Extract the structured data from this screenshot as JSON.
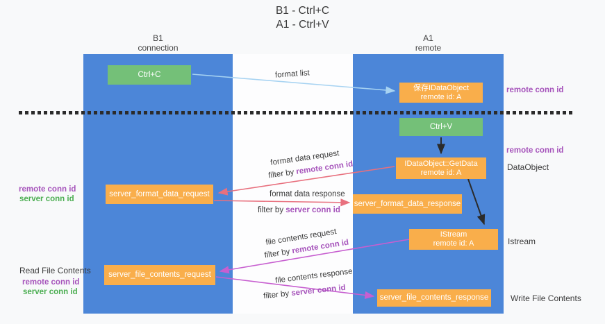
{
  "title": {
    "line1": "B1 - Ctrl+C",
    "line2": "A1 - Ctrl+V"
  },
  "lanes": [
    {
      "name": "B1",
      "role": "connection"
    },
    {
      "name": "A1",
      "role": "remote"
    }
  ],
  "nodes": {
    "ctrl_c": "Ctrl+C",
    "ctrl_v": "Ctrl+V",
    "clipboard_object": {
      "title": "保存IDataObject",
      "subtitle": "remote id: A"
    },
    "getdata": {
      "title": "IDataObject::GetData",
      "subtitle": "remote id: A"
    },
    "istream": {
      "title": "IStream",
      "subtitle": "remote id: A"
    },
    "format_request": "server_format_data_request",
    "format_response": "server_format_data_response",
    "file_request": "server_file_contents_request",
    "file_response": "server_file_contents_response"
  },
  "edge_labels": {
    "format_list": "format list",
    "format_data_request": "format data request",
    "format_data_response": "format data response",
    "file_contents_request": "file contents request",
    "file_contents_response": "file contents response",
    "filter_prefix": "filter by",
    "filter_remote": "remote conn id",
    "filter_server": "server conn id"
  },
  "right_labels": {
    "remote_conn_id_top": "remote conn id",
    "remote_conn_id_mid": "remote conn id",
    "dataobject": "DataObject",
    "istream": "Istream",
    "write_file_contents": "Write File Contents"
  },
  "left_labels": {
    "remote_conn_id_fmt": "remote conn id",
    "server_conn_id_fmt": "server conn id",
    "read_file_contents": "Read File Contents",
    "remote_conn_id_file": "remote conn id",
    "server_conn_id_file": "server conn id"
  },
  "colors": {
    "lane_blue": "#4c86d8",
    "node_orange": "#f9ae4b",
    "node_green": "#74c078",
    "arrow_blue": "#a7d3f2",
    "arrow_red": "#e8707e",
    "arrow_magenta": "#c75fd0",
    "arrow_black": "#2b2b2b",
    "text_purple": "#a654bb",
    "text_green": "#4cae52",
    "text_dark": "#3b3b3b"
  }
}
